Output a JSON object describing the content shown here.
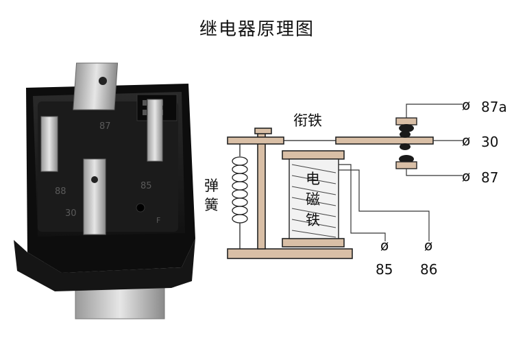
{
  "title": "继电器原理图",
  "photo": {
    "pin_87": "87",
    "pin_88": "88",
    "pin_85": "85",
    "pin_30": "30",
    "mark_f": "F"
  },
  "diagram": {
    "armature_label": "衔铁",
    "spring_label_1": "弹",
    "spring_label_2": "簧",
    "coil_label_1": "电",
    "coil_label_2": "磁",
    "coil_label_3": "铁",
    "terminals": {
      "t87a": "87a",
      "t30": "30",
      "t87": "87",
      "t85": "85",
      "t86": "86"
    },
    "terminal_symbol": "ø"
  },
  "colors": {
    "frame": "#d9bfa6",
    "frame_stroke": "#222222",
    "contact": "#1a1a1a"
  }
}
